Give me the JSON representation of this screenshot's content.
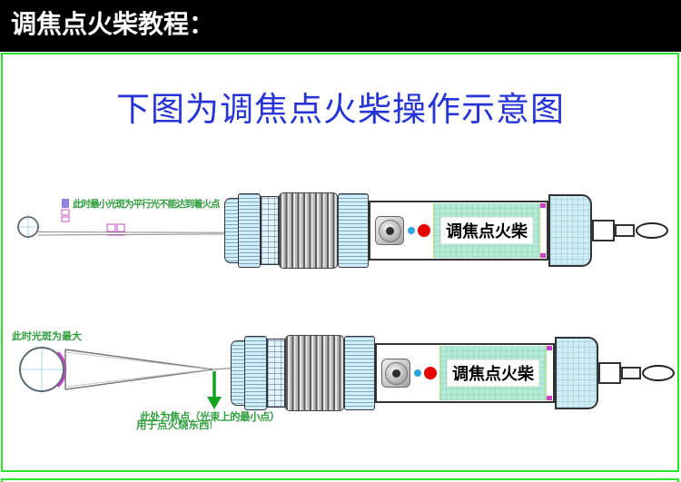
{
  "header": {
    "title": "调焦点火柴教程："
  },
  "main": {
    "title": "下图为调焦点火柴操作示意图",
    "diagram_top": {
      "annotation": "此时最小光斑为平行光不能达到着火点",
      "device_label": "调焦点火柴"
    },
    "diagram_bottom": {
      "annotation_spot": "此时光斑为最大",
      "annotation_focus_line1": "此处为焦点（光束上的最小点）",
      "annotation_focus_line2": "用于点火烧东西!",
      "device_label": "调焦点火柴"
    }
  },
  "colors": {
    "border_green": "#2ae62a",
    "title_blue": "#2533d9",
    "annotation_green": "#2f9e3c",
    "label_mint": "#b2ebd6",
    "device_cyan": "#cfeef8",
    "red_dot": "#e60000",
    "blue_dot": "#2aa7dd",
    "magenta_mark": "#cc3fcc"
  }
}
